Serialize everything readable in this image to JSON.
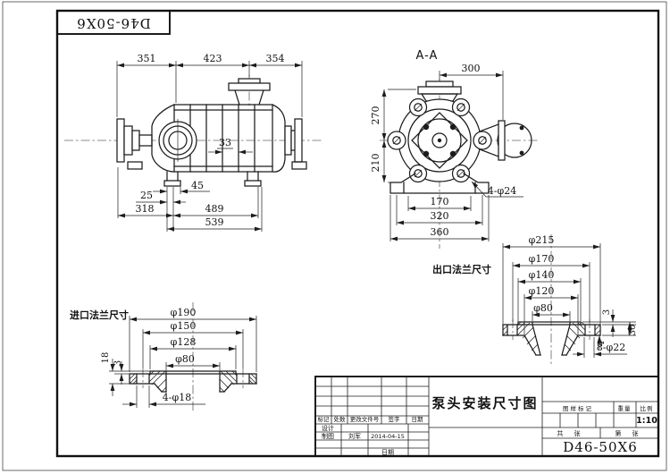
{
  "frame": {
    "corner_label": "D46-50X6"
  },
  "main_view": {
    "dims_top": [
      "351",
      "423",
      "354"
    ],
    "dim_inner": "33",
    "dims_bottom": [
      "45",
      "25",
      "318",
      "489",
      "539"
    ]
  },
  "section_view": {
    "label": "A-A",
    "dim_top": "300",
    "dim_left_upper": "270",
    "dim_left_lower": "210",
    "dims_bottom": [
      "170",
      "320",
      "360"
    ],
    "bolt_note": "4-φ24"
  },
  "inlet_flange": {
    "label": "进口法兰尺寸",
    "dia": [
      "φ190",
      "φ150",
      "φ128",
      "φ80"
    ],
    "thickness": "18",
    "face": "3",
    "bolt_note": "4-φ18"
  },
  "outlet_flange": {
    "label": "出口法兰尺寸",
    "dia": [
      "φ215",
      "φ170",
      "φ140",
      "φ120",
      "φ80"
    ],
    "face": "3",
    "thickness": "30",
    "step": "4",
    "bolt_note": "8-φ22"
  },
  "title_block": {
    "drawing_title": "泵头安装尺寸图",
    "model": "D46-50X6",
    "rev_headers": [
      "标记",
      "处数",
      "更改文件号",
      "签字",
      "日期"
    ],
    "design_label": "设计",
    "draft_label": "制图",
    "draft_name": "刘军",
    "draft_date": "2014-04-15",
    "date_label": "日期",
    "mark_label": "图样标记",
    "weight_label": "重量",
    "scale_label": "比例",
    "scale_value": "1:10",
    "sheet_total": "共 张",
    "sheet_no": "第 张"
  }
}
